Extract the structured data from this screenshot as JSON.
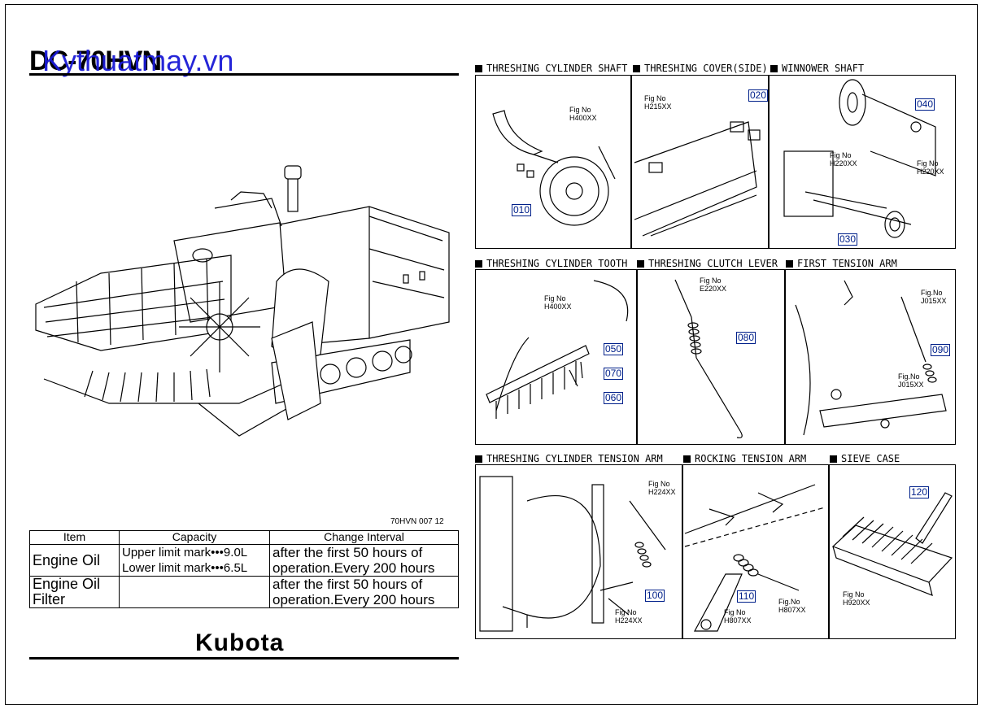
{
  "page": {
    "model_title": "DC-70HVN",
    "watermark": "Kythuatmay.vn",
    "doc_code": "70HVN  007  12",
    "brand": "Kubota"
  },
  "table": {
    "headers": [
      "Item",
      "Capacity",
      "Change Interval"
    ],
    "rows": [
      {
        "item": "Engine Oil",
        "capacity_upper": "Upper limit mark•••9.0L",
        "capacity_lower": "Lower limit mark•••6.5L",
        "interval_1": "after the first 50 hours of",
        "interval_2": "operation.Every 200 hours"
      },
      {
        "item_1": "Engine Oil",
        "item_2": "Filter",
        "capacity": "",
        "interval_1": "after the first 50 hours of",
        "interval_2": "operation.Every 200 hours"
      }
    ]
  },
  "sections": {
    "threshing_cylinder_shaft": {
      "title": "THRESHING CYLINDER SHAFT",
      "fig_label": "Fig No",
      "fig": "H400XX",
      "callouts": [
        "010"
      ]
    },
    "threshing_cover_side": {
      "title": "THRESHING COVER(SIDE)",
      "fig_label": "Fig No",
      "fig": "H215XX",
      "callouts": [
        "020"
      ]
    },
    "winnower_shaft": {
      "title": "WINNOWER SHAFT",
      "fig_label": "Fig No",
      "fig_a": "H220XX",
      "fig_b": "H220XX",
      "callouts": [
        "040",
        "030"
      ]
    },
    "threshing_cylinder_tooth": {
      "title": "THRESHING CYLINDER TOOTH",
      "fig_label": "Fig No",
      "fig": "H400XX",
      "callouts": [
        "050",
        "070",
        "060"
      ]
    },
    "threshing_clutch_lever": {
      "title": "THRESHING CLUTCH LEVER",
      "fig_label": "Fig No",
      "fig": "E220XX",
      "callouts": [
        "080"
      ]
    },
    "first_tension_arm": {
      "title": "FIRST TENSION ARM",
      "fig_label": "Fig.No",
      "fig_a": "J015XX",
      "fig_b": "J015XX",
      "callouts": [
        "090"
      ]
    },
    "threshing_cylinder_tension_arm": {
      "title": "THRESHING CYLINDER TENSION ARM",
      "fig_label": "Fig No",
      "fig_a": "H224XX",
      "fig_b": "H224XX",
      "callouts": [
        "100"
      ]
    },
    "rocking_tension_arm": {
      "title": "ROCKING TENSION ARM",
      "fig_label": "Fig No",
      "fig_label_b": "Fig.No",
      "fig_a": "H807XX",
      "fig_b": "H807XX",
      "callouts": [
        "110"
      ]
    },
    "sieve_case": {
      "title": "SIEVE CASE",
      "fig_label": "Fig No",
      "fig": "H920XX",
      "callouts": [
        "120"
      ]
    }
  }
}
